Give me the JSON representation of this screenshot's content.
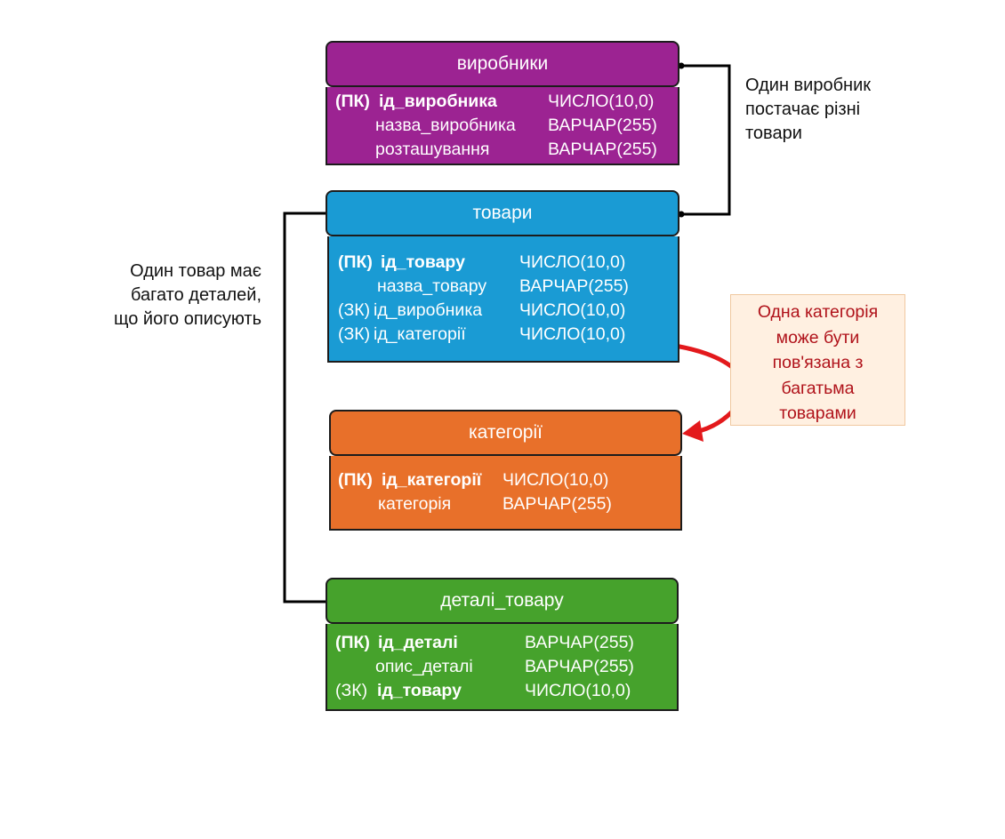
{
  "entities": {
    "manufacturers": {
      "title": "виробники",
      "color": "#9c2392",
      "rows": [
        {
          "key": "(ПК)",
          "name": "ід_виробника",
          "type": "ЧИСЛО(10,0)",
          "bold": true
        },
        {
          "key": "",
          "name": "назва_виробника",
          "type": "ВАРЧАР(255)",
          "bold": false
        },
        {
          "key": "",
          "name": "розташування",
          "type": "ВАРЧАР(255)",
          "bold": false
        }
      ]
    },
    "products": {
      "title": "товари",
      "color": "#1a9bd4",
      "rows": [
        {
          "key": "(ПК)",
          "name": "ід_товару",
          "type": "ЧИСЛО(10,0)",
          "bold": true
        },
        {
          "key": "",
          "name": "назва_товару",
          "type": "ВАРЧАР(255)",
          "bold": false
        },
        {
          "key": "(ЗК)",
          "name": "ід_виробника",
          "type": "ЧИСЛО(10,0)",
          "bold": false
        },
        {
          "key": "(ЗК)",
          "name": "ід_категорії",
          "type": "ЧИСЛО(10,0)",
          "bold": false
        }
      ]
    },
    "categories": {
      "title": "категорії",
      "color": "#e8702a",
      "rows": [
        {
          "key": "(ПК)",
          "name": "ід_категорії",
          "type": "ЧИСЛО(10,0)",
          "bold": true
        },
        {
          "key": "",
          "name": "категорія",
          "type": "ВАРЧАР(255)",
          "bold": false
        }
      ]
    },
    "details": {
      "title": "деталі_товару",
      "color": "#46a22c",
      "rows": [
        {
          "key": "(ПК)",
          "name": "ід_деталі",
          "type": "ВАРЧАР(255)",
          "bold": true,
          "key_bold": true
        },
        {
          "key": "",
          "name": "опис_деталі",
          "type": "ВАРЧАР(255)",
          "bold": false
        },
        {
          "key": "(ЗК)",
          "name": "ід_товару",
          "type": "ЧИСЛО(10,0)",
          "bold": true,
          "key_bold": false
        }
      ]
    }
  },
  "notes": {
    "manufacturer_products": "Один виробник\nпостачає різні\nтовари",
    "product_details": "Один товар має\nбагато деталей,\nщо його описують",
    "category_products": "Одна категорія\nможе бути\nпов'язана з\nбагатьма\nтоварами"
  },
  "colors": {
    "connector": "#000000",
    "arrow": "#e3191c",
    "note_bg": "#fff0e1",
    "note_text": "#b0121a"
  }
}
